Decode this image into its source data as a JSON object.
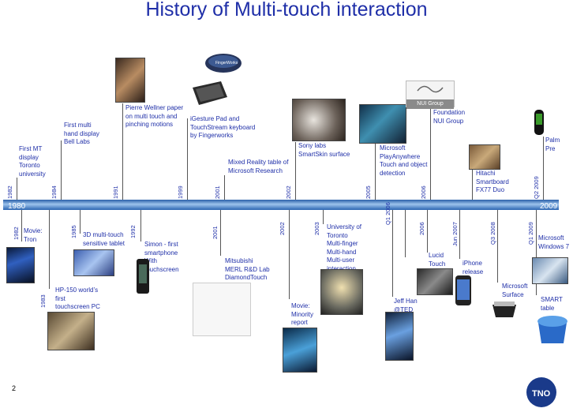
{
  "title": "History of Multi-touch interaction",
  "timeline": {
    "start": "1980",
    "end": "2009"
  },
  "above": [
    {
      "year": "1982",
      "text": [
        "First MT",
        "display",
        "Toronto",
        "university"
      ]
    },
    {
      "year": "1984",
      "text": [
        "First multi",
        "hand  display",
        "Bell Labs"
      ]
    },
    {
      "year": "1991",
      "text": [
        "Pierre Wellner paper",
        "on multi touch and",
        "pinching  motions"
      ]
    },
    {
      "year": "1999",
      "text": [
        "iGesture Pad and",
        "TouchStream keyboard",
        "by Fingerworks"
      ]
    },
    {
      "year": "2001",
      "text": [
        "Mixed Reality table of",
        "Microsoft Research"
      ]
    },
    {
      "year": "2002",
      "text": [
        "Sony labs",
        "SmartSkin surface"
      ]
    },
    {
      "year": "2005",
      "text": [
        "Microsoft",
        "PlayAnywhere",
        "Touch and object",
        "detection"
      ]
    },
    {
      "year": "2006",
      "text": [
        "Foundation",
        "NUI Group"
      ]
    },
    {
      "year": "",
      "text": [
        "Hitachi",
        "Smartboard",
        "FX77 Duo"
      ]
    },
    {
      "year": "Q2 2009",
      "text": [
        "Palm",
        "Pre"
      ]
    }
  ],
  "below": [
    {
      "year": "1982",
      "text": [
        "Movie:",
        "Tron"
      ]
    },
    {
      "year": "1983",
      "text": [
        "HP-150 world’s",
        "first",
        "touchscreen PC"
      ]
    },
    {
      "year": "1985",
      "text": [
        "3D multi-touch",
        "sensitive tablet"
      ]
    },
    {
      "year": "1992",
      "text": [
        "Simon - first",
        "smartphone",
        "With",
        "touchscreen"
      ]
    },
    {
      "year": "2001",
      "text": [
        "Mitsubishi",
        "MERL R&D Lab",
        "DiamondTouch"
      ]
    },
    {
      "year": "2002",
      "text": [
        "Movie:",
        "Minority",
        "report"
      ]
    },
    {
      "year": "2003",
      "text": [
        "University of",
        "Toronto",
        "Multi-finger",
        "Multi-hand",
        "Multi-user",
        "interaction"
      ]
    },
    {
      "year": "Q1 2006",
      "text": [
        "Jeff Han",
        "@TED"
      ]
    },
    {
      "year": "2006",
      "text": [
        "Lucid",
        "Touch"
      ]
    },
    {
      "year": "Jun 2007",
      "text": [
        "iPhone",
        "release"
      ]
    },
    {
      "year": "Q3 2008",
      "text": [
        "Microsoft",
        "Surface"
      ]
    },
    {
      "year": "Q1 2009",
      "text": [
        "Microsoft",
        "Windows 7"
      ]
    },
    {
      "year": "",
      "text": [
        "SMART",
        "table"
      ]
    }
  ],
  "images": {
    "fingerworks_label": "FingerWorks",
    "nui_label": "NUI Group"
  },
  "page_number": "2",
  "logo_text": "TNO",
  "colors": {
    "text": "#1f2fa8",
    "bar": "#3f74bd"
  }
}
